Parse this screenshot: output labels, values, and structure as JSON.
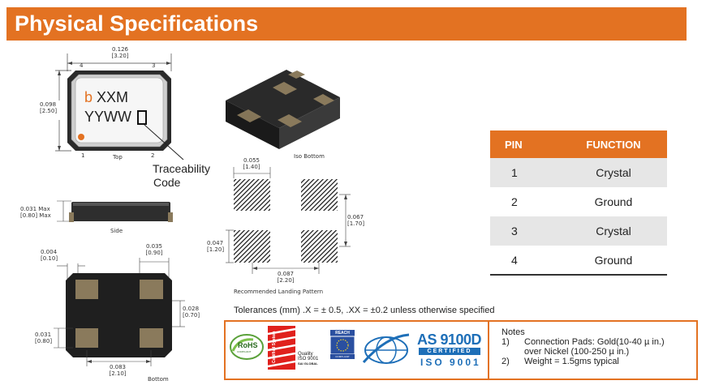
{
  "header": {
    "title": "Physical Specifications"
  },
  "colors": {
    "accent": "#e37222",
    "package": "#222222",
    "pad": "#8a7a5c"
  },
  "top_view": {
    "width_in": "0.126",
    "width_mm": "[3.20]",
    "height_in": "0.098",
    "height_mm": "[2.50]",
    "pin4": "4",
    "pin3": "3",
    "pin1": "1",
    "pin2": "2",
    "brand_char": "b",
    "marking_line1": "XXM",
    "marking_line2": "YYWW",
    "label": "Top",
    "callout": [
      "Traceability",
      "Code"
    ]
  },
  "side_view": {
    "max_in": "0.031 Max",
    "max_mm": "[0.80] Max",
    "label": "Side"
  },
  "bottom_view": {
    "edge_in": "0.004",
    "edge_mm": "[0.10]",
    "pad_w_in": "0.035",
    "pad_w_mm": "[0.90]",
    "pad_h_in": "0.031",
    "pad_h_mm": "[0.80]",
    "gap_in": "0.028",
    "gap_mm": "[0.70]",
    "pitch_in": "0.083",
    "pitch_mm": "[2.10]",
    "label": "Bottom"
  },
  "iso_view": {
    "label": "Iso Bottom"
  },
  "landing": {
    "pad_w_in": "0.055",
    "pad_w_mm": "[1.40]",
    "pitch_v_in": "0.067",
    "pitch_v_mm": "[1.70]",
    "pad_h_in": "0.047",
    "pad_h_mm": "[1.20]",
    "pitch_h_in": "0.087",
    "pitch_h_mm": "[2.20]",
    "label": "Recommended Landing Pattern"
  },
  "pin_table": {
    "headers": [
      "PIN",
      "FUNCTION"
    ],
    "rows": [
      [
        "1",
        "Crystal"
      ],
      [
        "2",
        "Ground"
      ],
      [
        "3",
        "Crystal"
      ],
      [
        "4",
        "Ground"
      ]
    ]
  },
  "tolerances": "Tolerances (mm) .X = ± 0.5,  .XX = ±0.2 unless otherwise specified",
  "certifications": {
    "rohs": "RoHS",
    "rohs_sub": "COMPLIANT",
    "certified_system": "Certified System",
    "quality": "Quality",
    "iso9001": "ISO 9001",
    "sai": "SAI GLOBAL",
    "reach": "REACH",
    "reach_sub": "COMPLIANT",
    "as9100": "AS 9100D",
    "as_certified": "CERTIFIED",
    "as_iso": "ISO 9001"
  },
  "notes": {
    "title": "Notes",
    "items": [
      {
        "num": "1)",
        "lines": [
          "Connection Pads: Gold(10-40 µ in.)",
          "over Nickel (100-250 µ in.)"
        ]
      },
      {
        "num": "2)",
        "lines": [
          "Weight = 1.5gms typical"
        ]
      }
    ]
  }
}
